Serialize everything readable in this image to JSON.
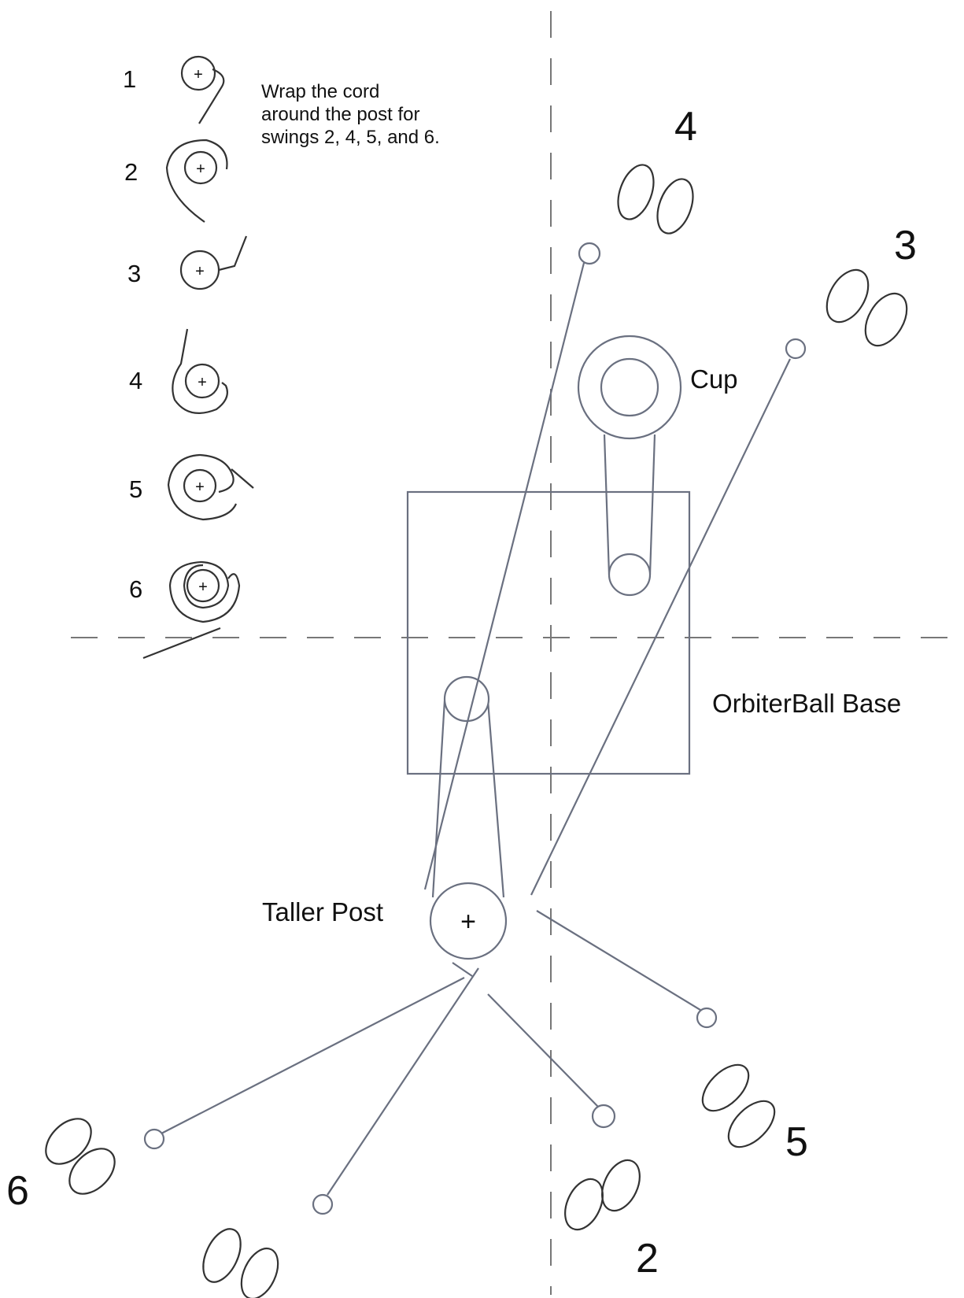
{
  "instructions": {
    "line1": "Wrap the cord",
    "line2": "around the post for",
    "line3": "swings 2, 4, 5, and 6."
  },
  "legend": [
    {
      "num": "1"
    },
    {
      "num": "2"
    },
    {
      "num": "3"
    },
    {
      "num": "4"
    },
    {
      "num": "5"
    },
    {
      "num": "6"
    }
  ],
  "labels": {
    "cup": "Cup",
    "base": "OrbiterBall Base",
    "post": "Taller Post",
    "post_mark": "+",
    "legend_mark": "+"
  },
  "swings": {
    "s2": "2",
    "s3": "3",
    "s4": "4",
    "s5": "5",
    "s6": "6"
  }
}
